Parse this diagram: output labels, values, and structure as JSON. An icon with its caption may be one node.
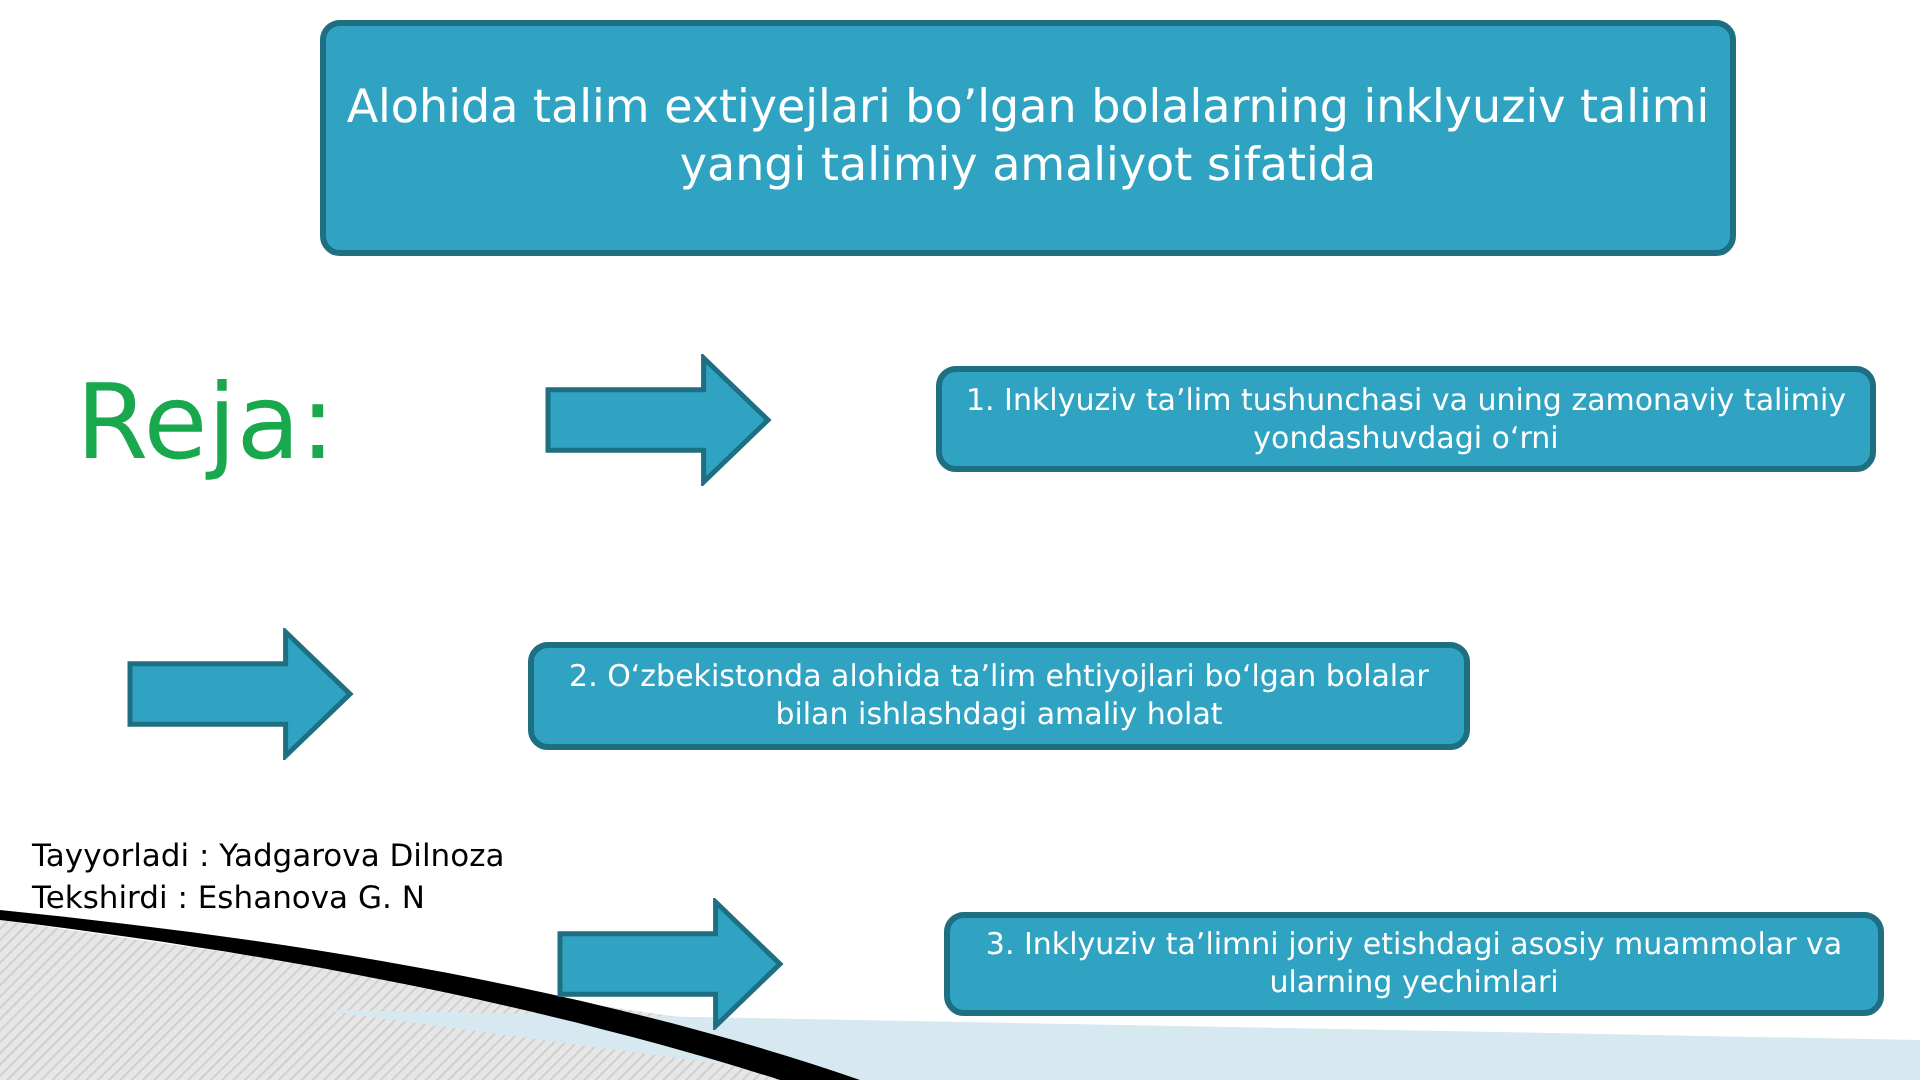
{
  "diagram": {
    "nodes": [
      {
        "text": [
          "Alohida talim extiyejlari bo’lgan bolalarning inklyuziv talimi yangi talimiy amaliyot sifatida"
        ]
      },
      {
        "text": [],
        "shape": "arrow"
      },
      {
        "text": [
          "1. Inklyuziv ta’lim tushunchasi va uning zamonaviy talimiy yondashuvdagi o‘rni"
        ]
      },
      {
        "text": [],
        "shape": "arrow"
      },
      {
        "text": [
          "2. O‘zbekistonda alohida ta’lim ehtiyojlari bo‘lgan bolalar bilan ishlashdagi amaliy holat"
        ]
      },
      {
        "text": [],
        "shape": "arrow"
      },
      {
        "text": [
          "3. Inklyuziv ta’limni joriy etishdagi asosiy muammolar va ularning yechimlari"
        ]
      }
    ],
    "labels": [
      "Reja:",
      "Tayyorladi : Yadgarova Dilnoza",
      "Tekshirdi : Eshanova G. N"
    ]
  }
}
